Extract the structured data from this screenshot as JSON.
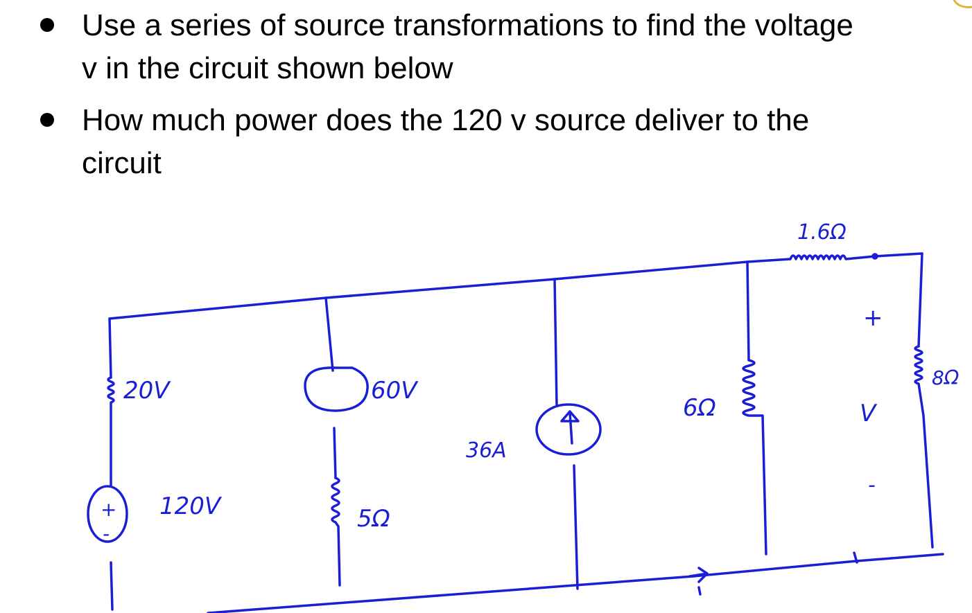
{
  "bullets": [
    {
      "line1": "Use a series of source transformations to find the voltage",
      "line2": "v in the circuit shown below"
    },
    {
      "line1": "How much power does the 120 v source deliver to the",
      "line2": "circuit"
    }
  ],
  "circuit": {
    "ink_color": "#1a1fd6",
    "labels": {
      "r_20": "20V",
      "v_120": "120V",
      "v_60": "60V",
      "r_5": "5Ω",
      "i_36": "36A",
      "r_6": "6Ω",
      "r_1_6": "1.6Ω",
      "r_8": "8Ω",
      "v_plus": "+",
      "v_label": "V",
      "v_minus": "-",
      "src_plus": "+",
      "src_minus": "-"
    }
  }
}
